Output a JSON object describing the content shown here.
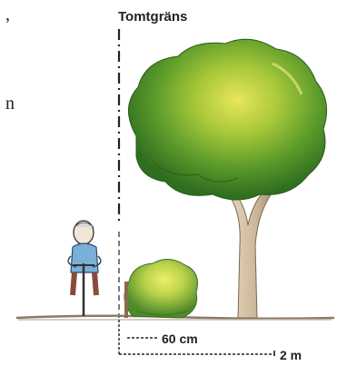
{
  "labels": {
    "boundary": "Tomtgräns",
    "hedge_distance": "60 cm",
    "tree_distance": "2 m"
  },
  "cropped_text": {
    "top_left": ",",
    "mid_left": "n"
  },
  "colors": {
    "foliage_dark": "#2f6e1f",
    "foliage_mid": "#5a9a2a",
    "foliage_light": "#c8d84a",
    "trunk": "#cdb79a",
    "ground": "#9a8a7a",
    "line": "#222222"
  }
}
